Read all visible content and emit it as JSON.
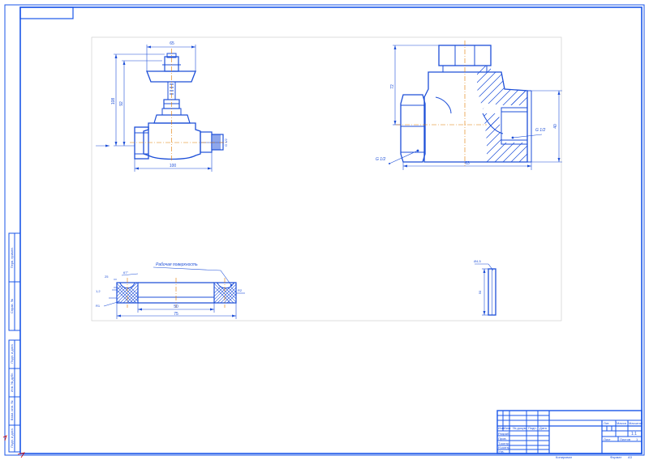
{
  "drawing": {
    "colors": {
      "frame": "#1a56e8",
      "line": "#1d4fd8",
      "hatch": "#1d4fd8",
      "axis": "#e07b00",
      "mark": "#cc0000",
      "paper": "#ffffff",
      "view_border": "#c8c8c8"
    },
    "valve_view": {
      "dim_width_top": "65",
      "dim_height_outer": "108",
      "dim_height_inner": "92",
      "dim_length": "100",
      "dim_thread": "G 1/2"
    },
    "tee_view": {
      "dim_height": "72",
      "dim_width": "63",
      "dim_depth": "40",
      "dim_thread_left": "G 1/2",
      "dim_thread_right": "G 1/2"
    },
    "ring_view": {
      "dim_angle": "67°",
      "dim_top_left": "25",
      "dim_side": "1,2",
      "dim_radius_left": "R1",
      "dim_radius_right": "R2",
      "dim_inner": "50",
      "dim_outer": "75",
      "surface_note": "Рабочая поверхность"
    },
    "small_part": {
      "dim_top": "Ø4,5",
      "dim_length": "50"
    },
    "stamp": {
      "rows_left": [
        "Разраб.",
        "Пров.",
        "Т.контр.",
        "Н.контр.",
        "Утв."
      ],
      "header_cols": [
        "Изм.",
        "Лист",
        "№ докум.",
        "Подп.",
        "Дата"
      ],
      "right_cols": [
        "Лит.",
        "Масса",
        "Масштаб"
      ],
      "scale": "1:1",
      "sheet_label": "Лист",
      "sheets_label": "Листов",
      "sheets_count": "1",
      "copied_label": "Копировал",
      "format_label": "Формат",
      "format_value": "A3"
    },
    "side_strip": {
      "labels": [
        "Перв. примен.",
        "Справ. №",
        "Подп. и дата",
        "Инв. № дубл.",
        "Взам. инв. №",
        "Подп. и дата",
        "Инв. № подл."
      ]
    }
  }
}
